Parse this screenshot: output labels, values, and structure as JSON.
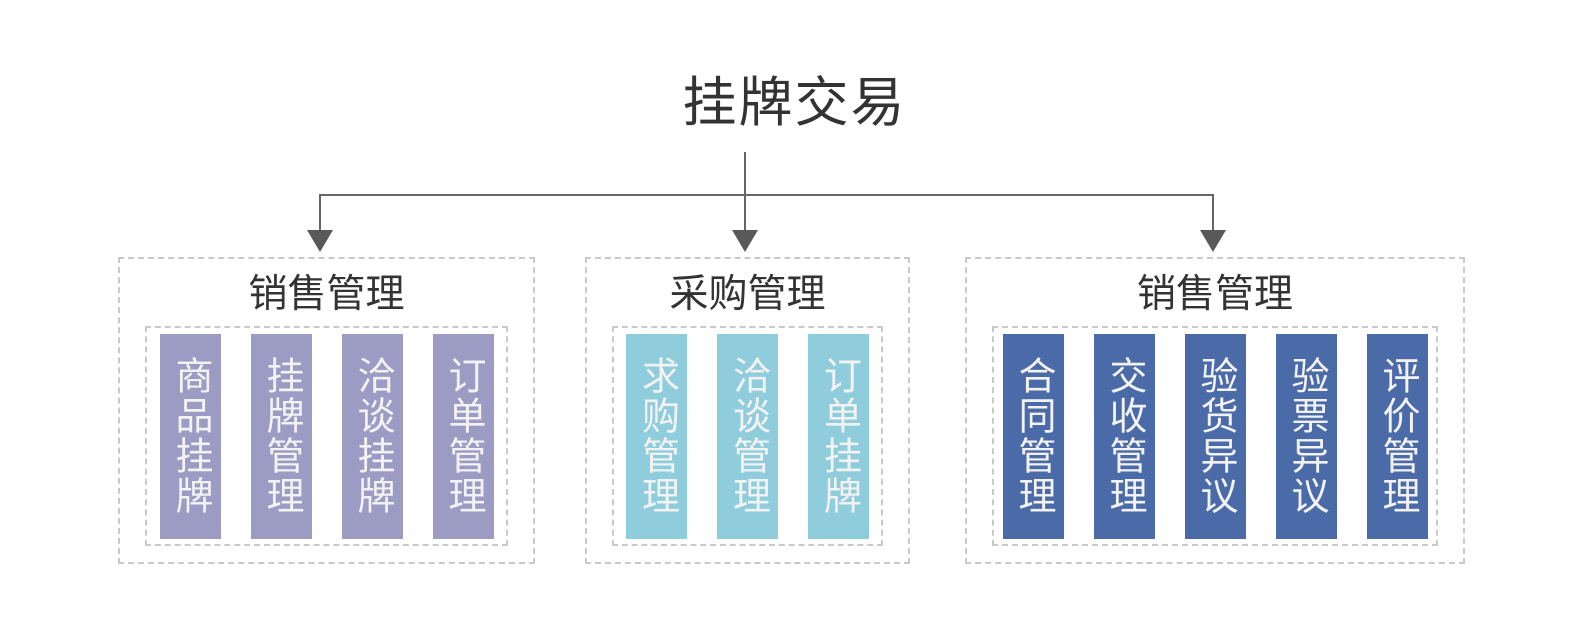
{
  "diagram": {
    "root_title": "挂牌交易",
    "connector_color": "#666666",
    "dash_border_color": "#c9c9c9",
    "background": "#ffffff",
    "groups": [
      {
        "id": "group-1",
        "title": "销售管理",
        "color": "#9b9bc4",
        "items": [
          {
            "label": "商品挂牌"
          },
          {
            "label": "挂牌管理"
          },
          {
            "label": "洽谈挂牌"
          },
          {
            "label": "订单管理"
          }
        ]
      },
      {
        "id": "group-2",
        "title": "采购管理",
        "color": "#8fcddc",
        "items": [
          {
            "label": "求购管理"
          },
          {
            "label": "洽谈管理"
          },
          {
            "label": "订单挂牌"
          }
        ]
      },
      {
        "id": "group-3",
        "title": "销售管理",
        "color": "#4a6aa8",
        "items": [
          {
            "label": "合同管理"
          },
          {
            "label": "交收管理"
          },
          {
            "label": "验货异议"
          },
          {
            "label": "验票异议"
          },
          {
            "label": "评价管理"
          }
        ]
      }
    ]
  }
}
